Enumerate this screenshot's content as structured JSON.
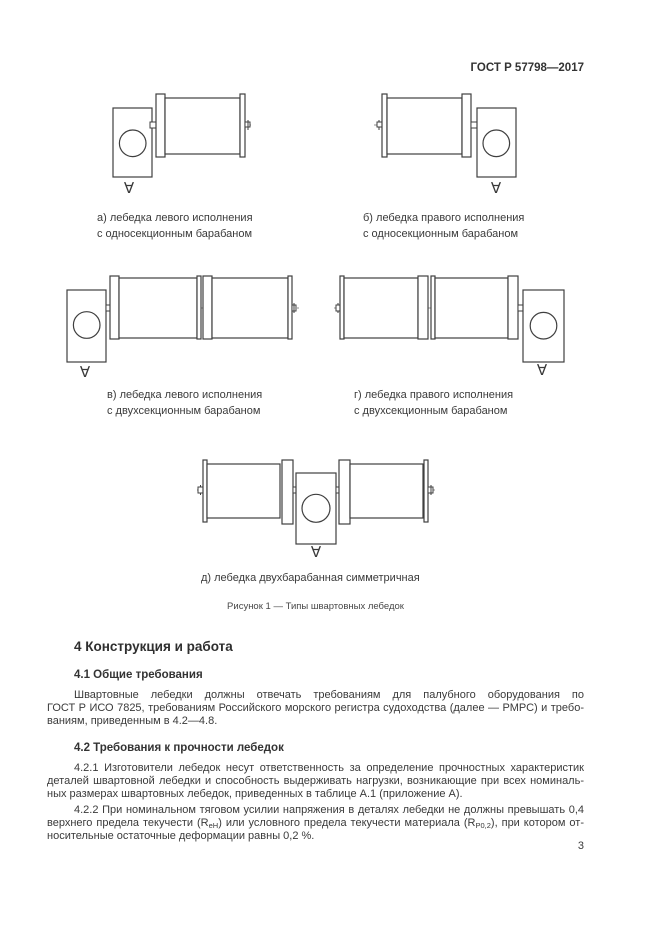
{
  "header": {
    "doc_code": "ГОСТ Р 57798—2017"
  },
  "figure": {
    "caption": "Рисунок 1 — Типы швартовных лебедок",
    "view_arrow_glyph": "∀",
    "items": [
      {
        "line1": "а) лебедка левого исполнения",
        "line2": "с односекционным барабаном"
      },
      {
        "line1": "б) лебедка правого исполнения",
        "line2": "с односекционным барабаном"
      },
      {
        "line1": "в) лебедка левого исполнения",
        "line2": "с двухсекционным барабаном"
      },
      {
        "line1": "г) лебедка правого исполнения",
        "line2": "с двухсекционным барабаном"
      },
      {
        "line1": "д) лебедка двухбарабанная симметричная",
        "line2": ""
      }
    ]
  },
  "content": {
    "section4": {
      "heading": "4 Конструкция и работа"
    },
    "sub41": {
      "heading": "4.1 Общие требования"
    },
    "para41": {
      "line1": "Швартовные лебедки должны отвечать требованиям для палубного оборудования по",
      "line2": "ГОСТ Р ИСО 7825, требованиям Российского морского регистра судоходства (далее — РМРС) и требо-",
      "line3": "ваниям, приведенным в 4.2—4.8."
    },
    "sub42": {
      "heading": "4.2 Требования к прочности лебедок"
    },
    "para421": {
      "line1": "4.2.1 Изготовители лебедок несут ответственность за определение прочностных характеристик",
      "line2": "деталей швартовной лебедки и способность выдерживать нагрузки, возникающие при всех номиналь-",
      "line3": "ных размерах швартовных лебедок, приведенных в таблице А.1 (приложение А)."
    },
    "para422": {
      "line1": "4.2.2 При номинальном тяговом усилии напряжения в деталях лебедки не должны превышать 0,4",
      "line2a": "верхнего предела текучести (R",
      "line2sub1": "eH",
      "line2b": ") или условного предела текучести материала (R",
      "line2sub2": "P0,2",
      "line2c": "), при котором от-",
      "line3": "носительные остаточные деформации равны 0,2 %."
    }
  },
  "footer": {
    "page_number": "3"
  }
}
